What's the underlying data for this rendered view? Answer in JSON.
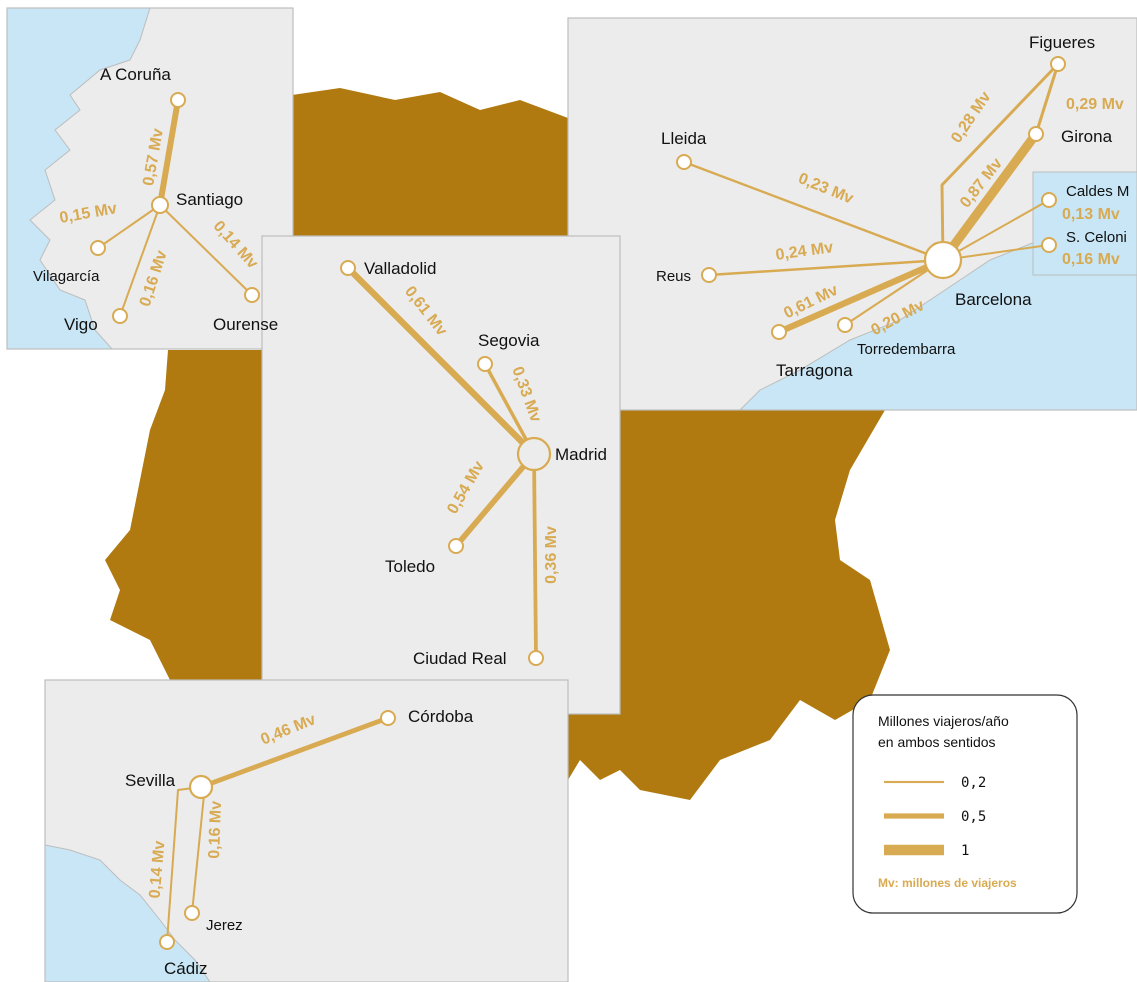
{
  "colors": {
    "route": "#d8aa52",
    "route_label": "#d8aa52",
    "land_mainland": "#b07a10",
    "panel_land": "#ececec",
    "sea": "#c8e6f5",
    "border": "#bdbdbd"
  },
  "cities": {
    "a_coruna": "A Coruña",
    "santiago": "Santiago",
    "vilagarcia": "Vilagarcía",
    "vigo": "Vigo",
    "ourense": "Ourense",
    "valladolid": "Valladolid",
    "segovia": "Segovia",
    "madrid": "Madrid",
    "toledo": "Toledo",
    "ciudad_real": "Ciudad Real",
    "sevilla": "Sevilla",
    "cordoba": "Córdoba",
    "jerez": "Jerez",
    "cadiz": "Cádiz",
    "lleida": "Lleida",
    "figueres": "Figueres",
    "girona": "Girona",
    "caldes": "Caldes M",
    "s_celoni": "S. Celoni",
    "reus": "Reus",
    "barcelona": "Barcelona",
    "tarragona": "Tarragona",
    "torredembarra": "Torredembarra"
  },
  "routes": {
    "coruna_santiago": {
      "value": 0.57,
      "label": "0,57 Mv"
    },
    "vilagarcia_santiago": {
      "value": 0.15,
      "label": "0,15 Mv"
    },
    "vigo_santiago": {
      "value": 0.16,
      "label": "0,16 Mv"
    },
    "ourense_santiago": {
      "value": 0.14,
      "label": "0,14 Mv"
    },
    "valladolid_madrid": {
      "value": 0.61,
      "label": "0,61 Mv"
    },
    "segovia_madrid": {
      "value": 0.33,
      "label": "0,33 Mv"
    },
    "toledo_madrid": {
      "value": 0.54,
      "label": "0,54 Mv"
    },
    "ciudadreal_madrid": {
      "value": 0.36,
      "label": "0,36 Mv"
    },
    "cordoba_sevilla": {
      "value": 0.46,
      "label": "0,46 Mv"
    },
    "cadiz_sevilla": {
      "value": 0.14,
      "label": "0,14 Mv"
    },
    "jerez_sevilla": {
      "value": 0.16,
      "label": "0,16 Mv"
    },
    "lleida_barcelona": {
      "value": 0.23,
      "label": "0,23 Mv"
    },
    "reus_barcelona": {
      "value": 0.24,
      "label": "0,24 Mv"
    },
    "tarragona_barcelona": {
      "value": 0.61,
      "label": "0,61 Mv"
    },
    "torredembarra_barcelona": {
      "value": 0.2,
      "label": "0,20 Mv"
    },
    "figueres_barcelona": {
      "value": 0.28,
      "label": "0,28 Mv"
    },
    "girona_barcelona": {
      "value": 0.87,
      "label": "0,87 Mv"
    },
    "figueres_girona": {
      "value": 0.29,
      "label": "0,29 Mv"
    },
    "caldes_barcelona": {
      "value": 0.13,
      "label": "0,13 Mv"
    },
    "celoni_barcelona": {
      "value": 0.16,
      "label": "0,16 Mv"
    }
  },
  "legend": {
    "title_line1": "Millones viajeros/año",
    "title_line2": "en ambos sentidos",
    "items": [
      {
        "value": 0.2,
        "label": "0,2"
      },
      {
        "value": 0.5,
        "label": "0,5"
      },
      {
        "value": 1,
        "label": "1"
      }
    ],
    "note": "Mv: millones de viajeros"
  }
}
